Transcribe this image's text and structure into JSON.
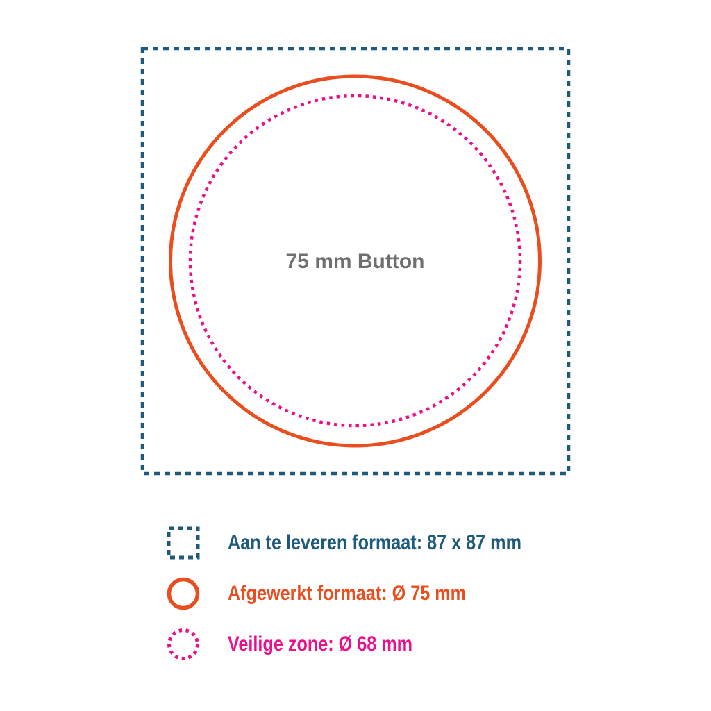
{
  "canvas": {
    "background": "#ffffff"
  },
  "diagram": {
    "center_label": "75 mm Button",
    "center_label_color": "#6f6f6f",
    "bleed_box": {
      "name": "aan-te-leveren-formaat",
      "color": "#1e5a7d",
      "size_mm": "87 x 87 mm"
    },
    "trim_circle": {
      "name": "afgewerkt-formaat",
      "color": "#ea4e1f",
      "diameter_mm": "75 mm"
    },
    "safe_circle": {
      "name": "veilige-zone",
      "color": "#ec0f8d",
      "diameter_mm": "68 mm"
    }
  },
  "legend": {
    "items": [
      {
        "icon": "dashed-square-icon",
        "label": "Aan te leveren formaat: 87 x 87 mm",
        "color": "#1e5a7d"
      },
      {
        "icon": "solid-circle-icon",
        "label": "Afgewerkt formaat: Ø 75 mm",
        "color": "#ea4e1f"
      },
      {
        "icon": "dotted-circle-icon",
        "label": "Veilige zone: Ø 68 mm",
        "color": "#ec0f8d"
      }
    ]
  }
}
